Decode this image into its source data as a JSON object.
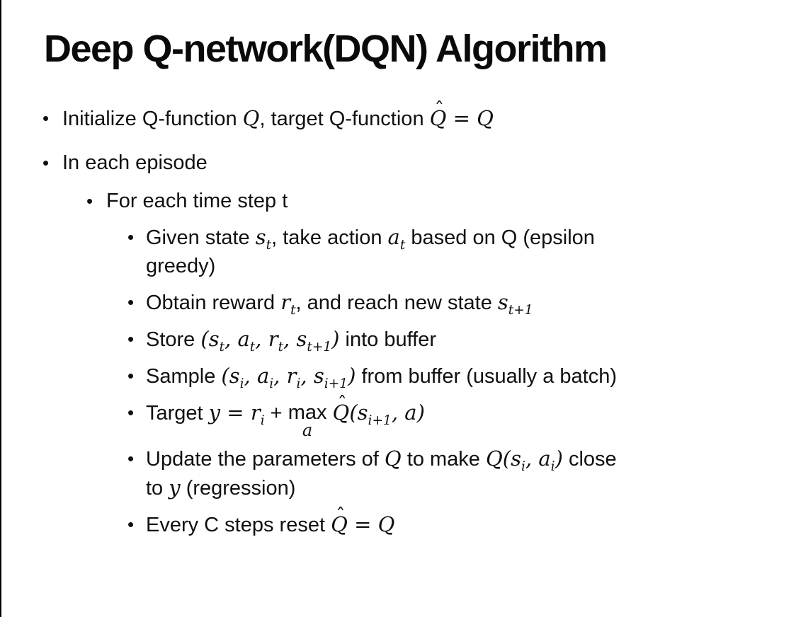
{
  "slide": {
    "title": "Deep Q-network(DQN) Algorithm",
    "bullet_glyph": "•",
    "colors": {
      "background": "#ffffff",
      "text": "#101010",
      "edge_line": "#000000"
    },
    "bullets": [
      {
        "level": 1,
        "segments": [
          {
            "text": "Initialize Q-function ",
            "style": "plain"
          },
          {
            "text": "Q",
            "style": "math"
          },
          {
            "text": ", target Q-function ",
            "style": "plain"
          },
          {
            "text": "Q",
            "style": "math",
            "hat": true
          },
          {
            "text": " = ",
            "style": "math"
          },
          {
            "text": "Q",
            "style": "math"
          }
        ]
      },
      {
        "level": 1,
        "segments": [
          {
            "text": "In each episode",
            "style": "plain"
          }
        ]
      },
      {
        "level": 2,
        "segments": [
          {
            "text": "For each time step t",
            "style": "plain"
          }
        ]
      },
      {
        "level": 3,
        "segments": [
          {
            "text": "Given state ",
            "style": "plain"
          },
          {
            "text": "s",
            "style": "math",
            "sub": "t"
          },
          {
            "text": ", take action ",
            "style": "plain"
          },
          {
            "text": "a",
            "style": "math",
            "sub": "t"
          },
          {
            "text": " based on Q (epsilon",
            "style": "plain"
          },
          {
            "br": true
          },
          {
            "text": "greedy)",
            "style": "plain"
          }
        ]
      },
      {
        "level": 3,
        "segments": [
          {
            "text": "Obtain reward ",
            "style": "plain"
          },
          {
            "text": "r",
            "style": "math",
            "sub": "t"
          },
          {
            "text": ", and reach new state ",
            "style": "plain"
          },
          {
            "text": "s",
            "style": "math",
            "sub": "t+1"
          }
        ]
      },
      {
        "level": 3,
        "segments": [
          {
            "text": "Store ",
            "style": "plain"
          },
          {
            "text": "(",
            "style": "math"
          },
          {
            "text": "s",
            "style": "math",
            "sub": "t"
          },
          {
            "text": ", ",
            "style": "math"
          },
          {
            "text": "a",
            "style": "math",
            "sub": "t"
          },
          {
            "text": ", ",
            "style": "math"
          },
          {
            "text": "r",
            "style": "math",
            "sub": "t"
          },
          {
            "text": ", ",
            "style": "math"
          },
          {
            "text": "s",
            "style": "math",
            "sub": "t+1"
          },
          {
            "text": ")",
            "style": "math"
          },
          {
            "text": " into buffer",
            "style": "plain"
          }
        ]
      },
      {
        "level": 3,
        "segments": [
          {
            "text": "Sample ",
            "style": "plain"
          },
          {
            "text": "(",
            "style": "math"
          },
          {
            "text": "s",
            "style": "math",
            "sub": "i"
          },
          {
            "text": ", ",
            "style": "math"
          },
          {
            "text": "a",
            "style": "math",
            "sub": "i"
          },
          {
            "text": ", ",
            "style": "math"
          },
          {
            "text": "r",
            "style": "math",
            "sub": "i"
          },
          {
            "text": ", ",
            "style": "math"
          },
          {
            "text": "s",
            "style": "math",
            "sub": "i+1"
          },
          {
            "text": ")",
            "style": "math"
          },
          {
            "text": " from buffer (usually a batch)",
            "style": "plain"
          }
        ]
      },
      {
        "level": 3,
        "segments": [
          {
            "text": "Target ",
            "style": "plain"
          },
          {
            "text": "y",
            "style": "math"
          },
          {
            "text": " = ",
            "style": "math"
          },
          {
            "text": "r",
            "style": "math",
            "sub": "i"
          },
          {
            "text": " + ",
            "style": "plain"
          },
          {
            "text": "max",
            "style": "plain",
            "under": "a"
          },
          {
            "text": " ",
            "style": "plain"
          },
          {
            "text": "Q",
            "style": "math",
            "hat": true
          },
          {
            "text": "(",
            "style": "math"
          },
          {
            "text": "s",
            "style": "math",
            "sub": "i+1"
          },
          {
            "text": ", ",
            "style": "math"
          },
          {
            "text": "a",
            "style": "math"
          },
          {
            "text": ")",
            "style": "math"
          }
        ]
      },
      {
        "level": 3,
        "segments": [
          {
            "text": "Update the parameters of ",
            "style": "plain"
          },
          {
            "text": "Q",
            "style": "math"
          },
          {
            "text": " to make ",
            "style": "plain"
          },
          {
            "text": "Q",
            "style": "math"
          },
          {
            "text": "(",
            "style": "math"
          },
          {
            "text": "s",
            "style": "math",
            "sub": "i"
          },
          {
            "text": ", ",
            "style": "math"
          },
          {
            "text": "a",
            "style": "math",
            "sub": "i"
          },
          {
            "text": ")",
            "style": "math"
          },
          {
            "text": " close",
            "style": "plain"
          },
          {
            "br": true
          },
          {
            "text": "to ",
            "style": "plain"
          },
          {
            "text": "y",
            "style": "math"
          },
          {
            "text": " (regression)",
            "style": "plain"
          }
        ]
      },
      {
        "level": 3,
        "segments": [
          {
            "text": "Every C steps reset ",
            "style": "plain"
          },
          {
            "text": "Q",
            "style": "math",
            "hat": true
          },
          {
            "text": " = ",
            "style": "math"
          },
          {
            "text": "Q",
            "style": "math"
          }
        ]
      }
    ]
  }
}
